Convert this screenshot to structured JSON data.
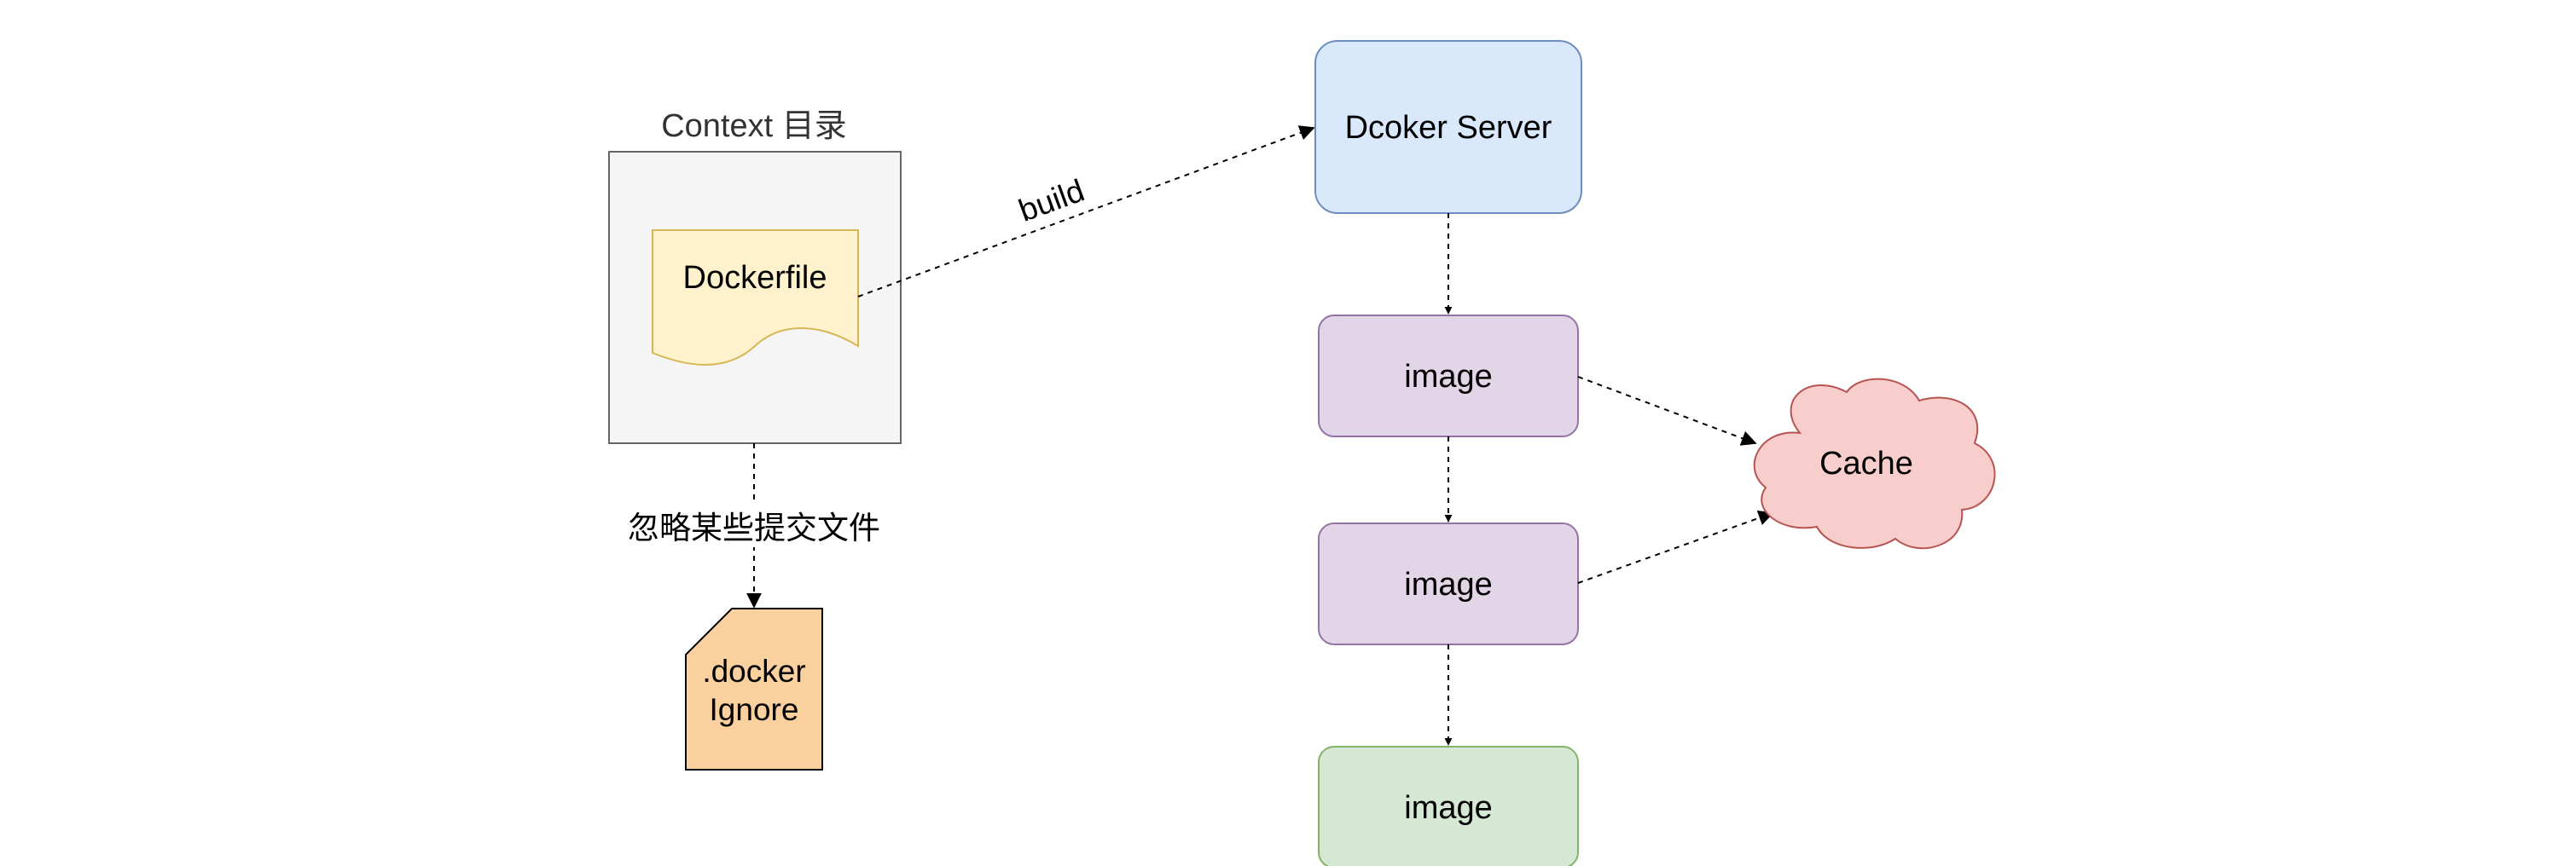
{
  "context": {
    "label": "Context 目录"
  },
  "dockerfile": {
    "label": "Dockerfile"
  },
  "build_edge": {
    "label": "build"
  },
  "ignore_edge": {
    "label": "忽略某些提交文件"
  },
  "dockerignore": {
    "line1": ".docker",
    "line2": "Ignore"
  },
  "server": {
    "label": "Dcoker Server"
  },
  "images": [
    {
      "label": "image"
    },
    {
      "label": "image"
    },
    {
      "label": "image"
    }
  ],
  "cache": {
    "label": "Cache"
  },
  "colors": {
    "context_fill": "#f5f5f5",
    "context_stroke": "#666666",
    "dockerfile_fill": "#fff2cc",
    "dockerfile_stroke": "#d6b656",
    "dockerignore_fill": "#fad09e",
    "server_fill": "#dae8fc",
    "server_stroke": "#6c8ebf",
    "image_fill": "#e1d5e7",
    "image_stroke": "#9673a6",
    "final_image_fill": "#d5e8d4",
    "final_image_stroke": "#82b366",
    "cache_fill": "#f8cecc",
    "cache_stroke": "#b85450"
  }
}
